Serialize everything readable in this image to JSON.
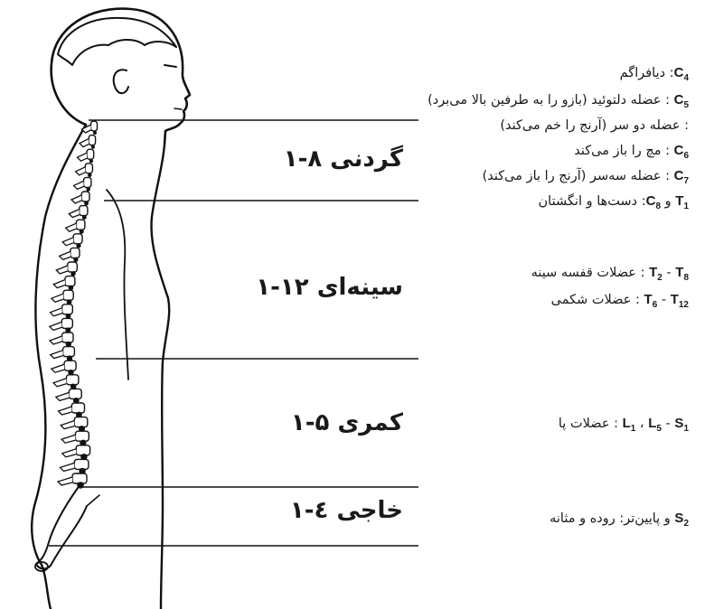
{
  "regions": [
    {
      "label": "گردنی ۸-۱"
    },
    {
      "label": "سینه‌ای ۱۲-۱"
    },
    {
      "label": "کمری ۵-۱"
    },
    {
      "label": "خاجی ٤-۱"
    }
  ],
  "functions": {
    "c4": {
      "code": "C",
      "sub": "4",
      "sep": ": ",
      "desc": "دیافراگم"
    },
    "c5": {
      "code": "C",
      "sub": "5",
      "sep": " : ",
      "desc": "عضله دلتوئید (بازو را به طرفین بالا می‌برد)"
    },
    "biceps": {
      "desc": ": عضله دو سر (آرنج را خم می‌کند)"
    },
    "c6": {
      "code": "C",
      "sub": "6",
      "sep": " : ",
      "desc": "مچ را باز می‌کند"
    },
    "c7": {
      "code": "C",
      "sub": "7",
      "sep": " : ",
      "desc": "عضله سه‌سر (آرنج را باز می‌کند)"
    },
    "c8t1": {
      "a_code": "C",
      "a_sub": "8",
      "joiner": " و ",
      "b_code": "T",
      "b_sub": "1",
      "sep": ": ",
      "desc": "دست‌ها و انگشتان"
    },
    "t2t8": {
      "a_code": "T",
      "a_sub": "2",
      "dash": " - ",
      "b_code": "T",
      "b_sub": "8",
      "sep": " : ",
      "desc": "عضلات قفسه سینه"
    },
    "t6t12": {
      "a_code": "T",
      "a_sub": "6",
      "dash": " - ",
      "b_code": "T",
      "b_sub": "12",
      "sep": " : ",
      "desc": "عضلات شکمی"
    },
    "lumbar": {
      "a_code": "L",
      "a_sub": "1",
      "dot": " ، ",
      "b_code": "L",
      "b_sub": "5",
      "dash": " - ",
      "c_code": "S",
      "c_sub": "1",
      "sep": " : ",
      "desc": "عضلات پا"
    },
    "s2": {
      "code": "S",
      "sub": "2",
      "sep": " ",
      "desc": "و پایین‌تر: روده و مثانه"
    }
  }
}
